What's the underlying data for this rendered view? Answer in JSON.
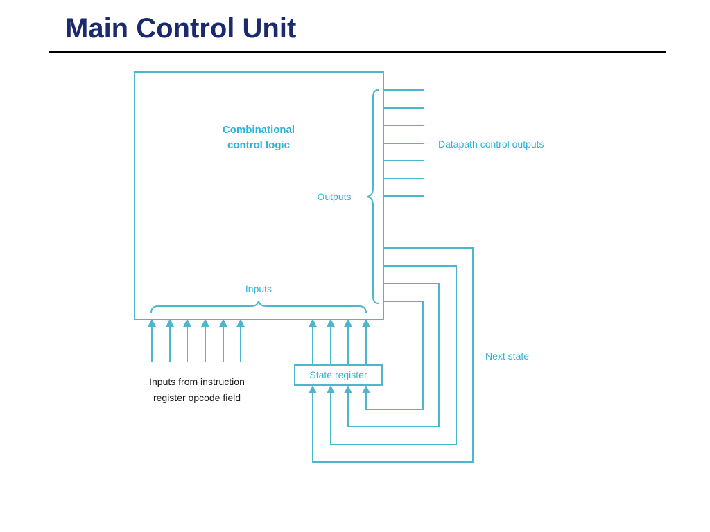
{
  "slide": {
    "title": "Main Control Unit"
  },
  "diagram": {
    "logic_block_label_line1": "Combinational",
    "logic_block_label_line2": "control logic",
    "outputs_label": "Outputs",
    "inputs_label": "Inputs",
    "datapath_outputs_label": "Datapath control outputs",
    "next_state_label": "Next state",
    "state_register_label": "State register",
    "opcode_inputs_label_line1": "Inputs from instruction",
    "opcode_inputs_label_line2": "register opcode field"
  },
  "colors": {
    "title": "#1a2a6c",
    "diagram_line": "#4cb6cc",
    "diagram_label": "#2ab3d6",
    "opcode_label": "#1a1a1a"
  }
}
